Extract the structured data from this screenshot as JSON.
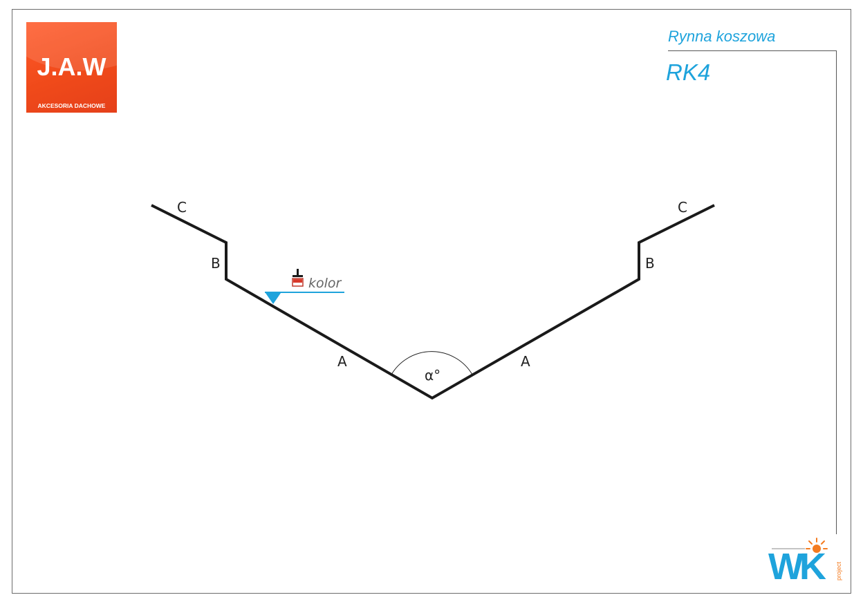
{
  "logo": {
    "name": "J.A.W",
    "tagline": "AKCESORIA DACHOWE",
    "color": "#f04a1a"
  },
  "title": {
    "subtitle": "Rynna koszowa",
    "code": "RK4",
    "color": "#1ea3dc"
  },
  "diagram": {
    "labels": {
      "c_left": "C",
      "b_left": "B",
      "a_left": "A",
      "angle": "α°",
      "a_right": "A",
      "b_right": "B",
      "c_right": "C"
    },
    "color_marker": {
      "text": "kolor",
      "icon": "paint-brush-icon",
      "color": "#1ea3dc"
    }
  },
  "footer_logo": {
    "name": "WK",
    "suffix": "project",
    "icon": "sun-icon",
    "color": "#1ea3dc"
  }
}
